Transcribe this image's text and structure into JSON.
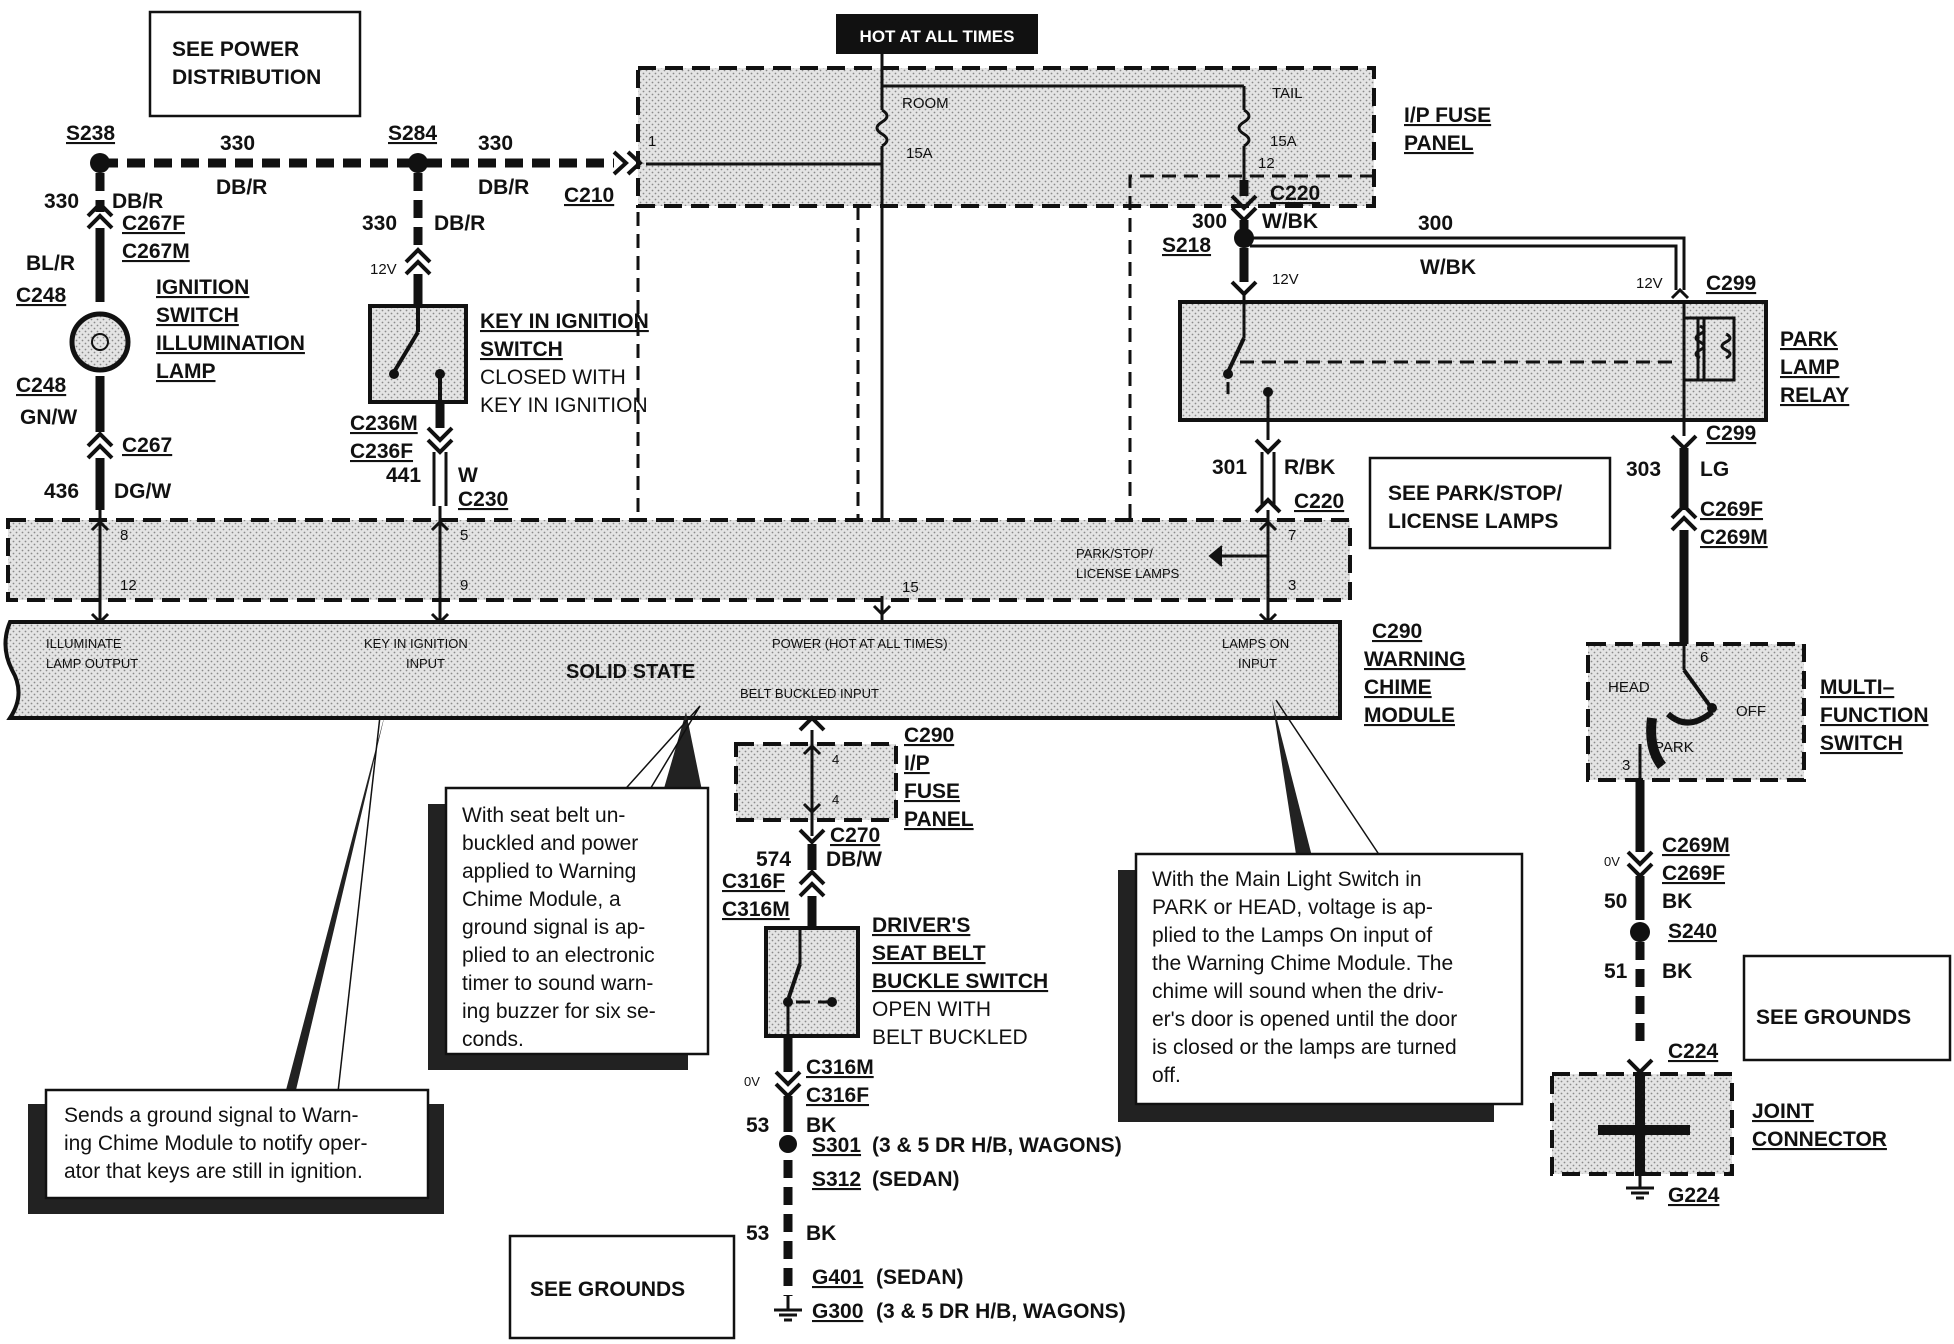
{
  "hot_label": "HOT AT ALL TIMES",
  "see_power": [
    "SEE POWER",
    "DISTRIBUTION"
  ],
  "ip_fuse_panel": [
    "I/P FUSE",
    "PANEL"
  ],
  "fuse_room": {
    "name": "ROOM",
    "rating": "15A"
  },
  "fuse_tail": {
    "name": "TAIL",
    "rating": "15A"
  },
  "pins_fuse": {
    "left": "1",
    "tail": "12"
  },
  "splices": {
    "s238": "S238",
    "s284": "S284",
    "s218": "S218",
    "s240": "S240",
    "s301": "S301",
    "s312": "S312"
  },
  "wire_330": {
    "num": "330",
    "color": "DB/R"
  },
  "c210": "C210",
  "c267f": "C267F",
  "c267m": "C267M",
  "c267": "C267",
  "c248": "C248",
  "blr": "BL/R",
  "gnw": "GN/W",
  "wire_436": {
    "num": "436",
    "color": "DG/W"
  },
  "ignition_lamp": [
    "IGNITION",
    "SWITCH",
    "ILLUMINATION",
    "LAMP"
  ],
  "key_switch": {
    "title": [
      "KEY IN IGNITION",
      "SWITCH"
    ],
    "desc": [
      "CLOSED WITH",
      "KEY IN IGNITION"
    ]
  },
  "v12": "12V",
  "c236m": "C236M",
  "c236f": "C236F",
  "wire_441": {
    "num": "441",
    "color": "W"
  },
  "c230": "C230",
  "c220": "C220",
  "wire_300": {
    "num": "300",
    "color": "W/BK"
  },
  "c299": "C299",
  "park_relay": [
    "PARK",
    "LAMP",
    "RELAY"
  ],
  "wire_301": {
    "num": "301",
    "color": "R/BK"
  },
  "wire_303": {
    "num": "303",
    "color": "LG"
  },
  "see_park": [
    "SEE PARK/STOP/",
    "LICENSE LAMPS"
  ],
  "park_stop_small": [
    "PARK/STOP/",
    "LICENSE LAMPS"
  ],
  "c269f": "C269F",
  "c269m": "C269M",
  "pins_bus": {
    "p8": "8",
    "p12": "12",
    "p5": "5",
    "p9": "9",
    "p15": "15",
    "p7": "7",
    "p3": "3"
  },
  "module": {
    "illuminate": [
      "ILLUMINATE",
      "LAMP OUTPUT"
    ],
    "key_input": [
      "KEY IN IGNITION",
      "INPUT"
    ],
    "solid_state": "SOLID  STATE",
    "power": "POWER (HOT AT ALL TIMES)",
    "lamps_on": [
      "LAMPS ON",
      "INPUT"
    ],
    "belt": "BELT BUCKLED INPUT"
  },
  "c290": "C290",
  "warning_module": [
    "WARNING",
    "CHIME",
    "MODULE"
  ],
  "multifunction": {
    "title": [
      "MULTI–",
      "FUNCTION",
      "SWITCH"
    ],
    "head": "HEAD",
    "off": "OFF",
    "park": "PARK",
    "p6": "6",
    "p3": "3"
  },
  "ip_fuse_lower": [
    "I/P",
    "FUSE",
    "PANEL"
  ],
  "pins_lower": {
    "p4a": "4",
    "p4b": "4"
  },
  "c270": "C270",
  "wire_574": {
    "num": "574",
    "color": "DB/W"
  },
  "c316f": "C316F",
  "c316m": "C316M",
  "seat_switch": {
    "title": [
      "DRIVER'S",
      "SEAT BELT",
      "BUCKLE SWITCH"
    ],
    "desc": [
      "OPEN WITH",
      "BELT BUCKLED"
    ]
  },
  "v0": "0V",
  "wire_53": {
    "num": "53",
    "color": "BK"
  },
  "s301_note": "(3 & 5 DR H/B, WAGONS)",
  "s312_note": "(SEDAN)",
  "g401": "G401",
  "g401_note": "(SEDAN)",
  "g300": "G300",
  "g300_note": "(3 & 5 DR H/B, WAGONS)",
  "see_grounds": "SEE GROUNDS",
  "wire_50": {
    "num": "50",
    "color": "BK"
  },
  "wire_51": {
    "num": "51",
    "color": "BK"
  },
  "c224": "C224",
  "joint": [
    "JOINT",
    "CONNECTOR"
  ],
  "g224": "G224",
  "note_seatbelt": [
    "With seat belt un-",
    "buckled and power",
    "applied to Warning",
    "Chime Module, a",
    "ground signal is ap-",
    "plied to an electronic",
    "timer to sound warn-",
    "ing buzzer for six se-",
    "conds."
  ],
  "note_key": [
    "Sends a ground signal to Warn-",
    "ing Chime Module to notify oper-",
    "ator that keys are still in ignition."
  ],
  "note_lights": [
    "With the Main Light Switch in",
    "PARK or HEAD, voltage is ap-",
    "plied to the Lamps On input of",
    "the Warning Chime Module. The",
    "chime will sound when the driv-",
    "er's door is opened until the door",
    "is closed or the lamps are turned",
    "off."
  ]
}
